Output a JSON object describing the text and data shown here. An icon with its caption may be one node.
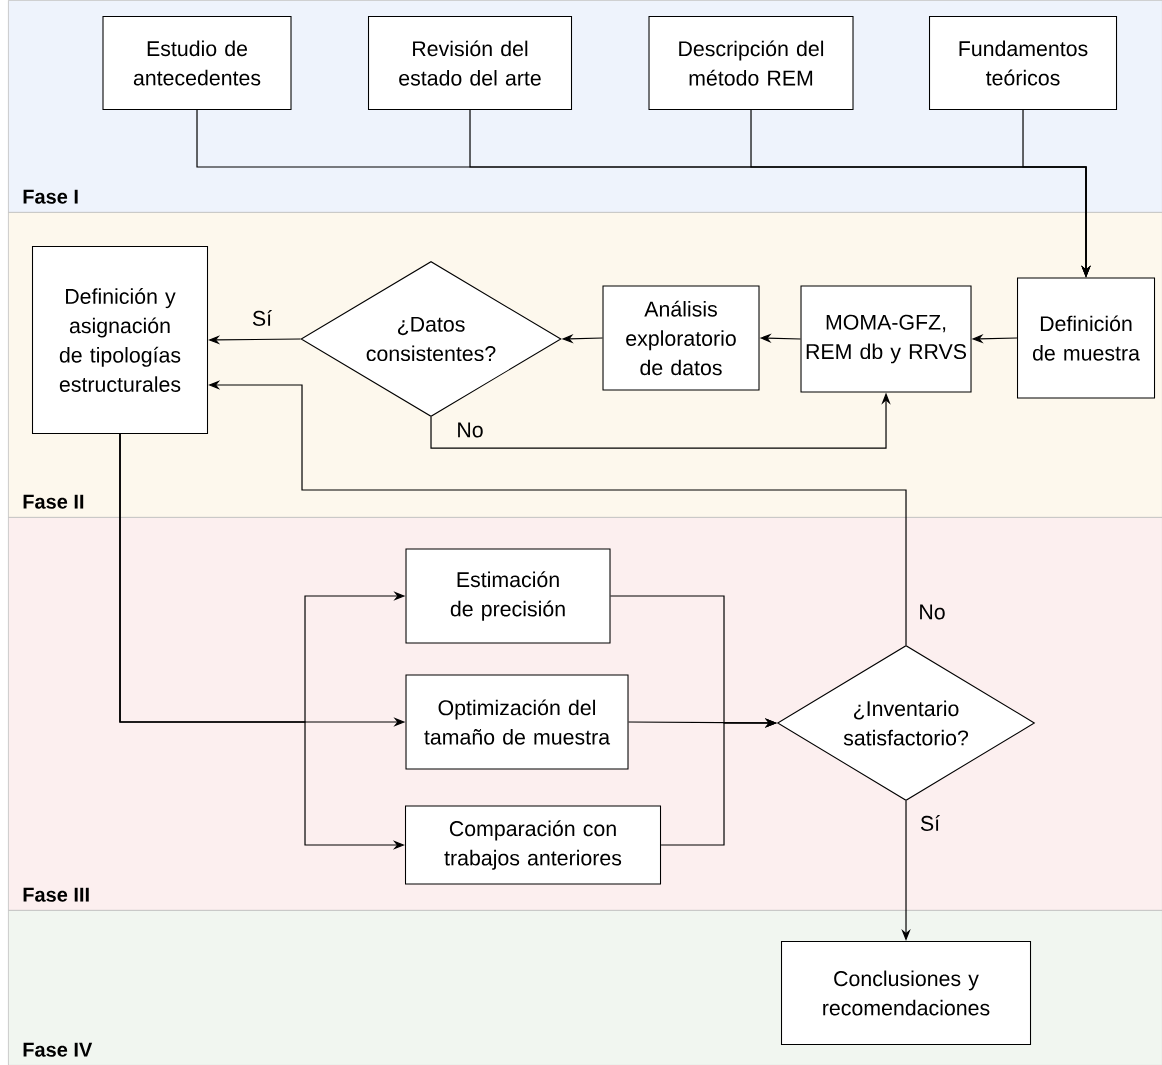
{
  "diagram": {
    "nodes": [
      {
        "text": [
          "Fase I"
        ]
      },
      {
        "text": [
          "Estudio de antecedentes"
        ],
        "in": 0
      },
      {
        "text": [
          "Revisión del estado del arte"
        ],
        "in": 0
      },
      {
        "text": [
          "Descripción del método REM"
        ],
        "in": 0
      },
      {
        "text": [
          "Fundamentos teóricos"
        ],
        "in": 0
      },
      {
        "text": [
          "Fase II"
        ]
      },
      {
        "text": [
          "Definición y asignación de tipologías estructurales"
        ],
        "in": 5
      },
      {
        "text": [
          "¿Datos consistentes?"
        ],
        "in": 5
      },
      {
        "text": [
          "Análisis exploratorio de datos"
        ],
        "in": 5
      },
      {
        "text": [
          "MOMA-GFZ, REM db y RRVS"
        ],
        "in": 5
      },
      {
        "text": [
          "Definición de muestra"
        ],
        "in": 5
      },
      {
        "text": [
          "Fase III"
        ]
      },
      {
        "text": [
          "Estimación de precisión"
        ],
        "in": 11
      },
      {
        "text": [
          "Optimización del tamaño de muestra"
        ],
        "in": 11
      },
      {
        "text": [
          "Comparación con trabajos anteriores"
        ],
        "in": 11
      },
      {
        "text": [
          "¿Inventario satisfactorio?"
        ],
        "in": 11
      },
      {
        "text": [
          "Fase IV"
        ]
      },
      {
        "text": [
          "Conclusiones y recomendaciones"
        ],
        "in": 16
      }
    ],
    "edges": [
      {
        "from": 1,
        "to": 10,
        "arrow": "to"
      },
      {
        "from": 2,
        "to": 10,
        "arrow": "to"
      },
      {
        "from": 3,
        "to": 10,
        "arrow": "to"
      },
      {
        "from": 4,
        "to": 10,
        "arrow": "to"
      },
      {
        "from": 10,
        "to": 9,
        "arrow": "to"
      },
      {
        "from": 9,
        "to": 8,
        "arrow": "to"
      },
      {
        "from": 8,
        "to": 7,
        "arrow": "to"
      },
      {
        "from": 7,
        "to": 6,
        "arrow": "to",
        "label": "Sí"
      },
      {
        "from": 7,
        "to": 9,
        "arrow": "to",
        "label": "No"
      },
      {
        "from": 6,
        "to": 12,
        "arrow": "to"
      },
      {
        "from": 6,
        "to": 13,
        "arrow": "to"
      },
      {
        "from": 6,
        "to": 14,
        "arrow": "to"
      },
      {
        "from": 12,
        "to": 15,
        "arrow": "to"
      },
      {
        "from": 13,
        "to": 15,
        "arrow": "to"
      },
      {
        "from": 14,
        "to": 15,
        "arrow": "to"
      },
      {
        "from": 15,
        "to": 6,
        "arrow": "to",
        "label": "No"
      },
      {
        "from": 15,
        "to": 17,
        "arrow": "to",
        "label": "Sí"
      }
    ]
  }
}
